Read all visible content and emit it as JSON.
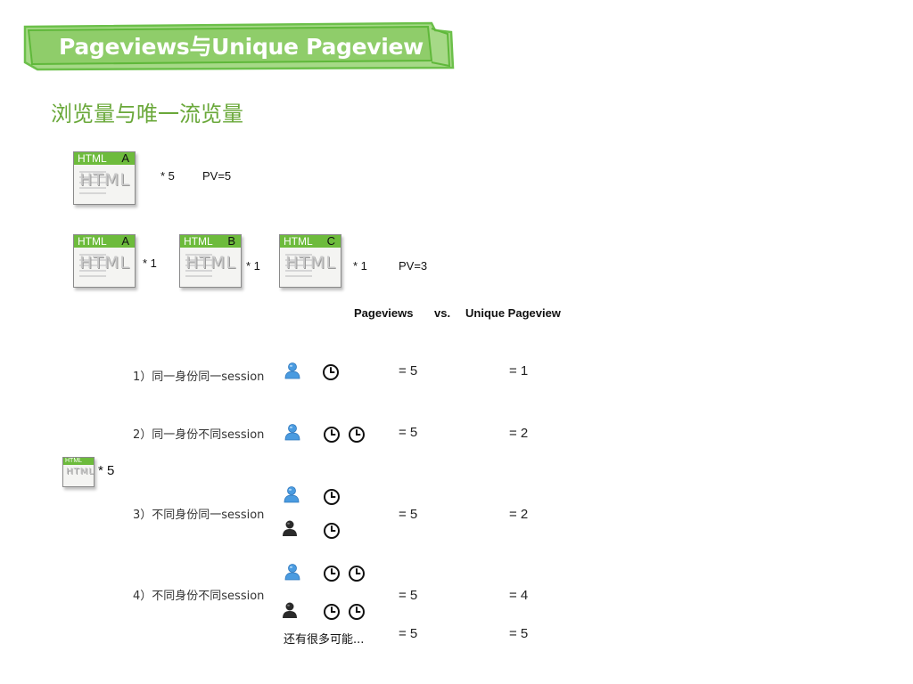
{
  "title": "Pageviews与Unique Pageview",
  "subtitle": "浏览量与唯一流览量",
  "colors": {
    "banner": "#8fcd6a",
    "banner_dark": "#5fb83a",
    "subtitle": "#6aa83a",
    "icon_bar": "#6dbb3c",
    "user_blue": "#3d8fd6",
    "user_dark": "#222222"
  },
  "icon_text": {
    "html": "HTML",
    "big": "HTML"
  },
  "example1": {
    "page_letter": "A",
    "multiplier": "* 5",
    "result": "PV=5"
  },
  "example2": {
    "pages": [
      {
        "letter": "A",
        "multiplier": "* 1"
      },
      {
        "letter": "B",
        "multiplier": "* 1"
      },
      {
        "letter": "C",
        "multiplier": "* 1"
      }
    ],
    "result": "PV=3"
  },
  "compare": {
    "left": "Pageviews",
    "vs": "vs.",
    "right": "Unique Pageview"
  },
  "page_count": "* 5",
  "scenarios": [
    {
      "label": "1）同一身份同一session",
      "pv": "= 5",
      "upv": "= 1",
      "icons": [
        "user-blue",
        "clock"
      ]
    },
    {
      "label": "2）同一身份不同session",
      "pv": "= 5",
      "upv": "= 2",
      "icons": [
        "user-blue",
        "clock",
        "clock"
      ]
    },
    {
      "label": "3）不同身份同一session",
      "pv": "= 5",
      "upv": "= 2",
      "icons": [
        "user-blue",
        "clock",
        "user-dark",
        "clock"
      ]
    },
    {
      "label": "4）不同身份不同session",
      "pv": "= 5",
      "upv": "= 4",
      "icons": [
        "user-blue",
        "clock",
        "clock",
        "user-dark",
        "clock",
        "clock"
      ]
    }
  ],
  "more": {
    "label": "还有很多可能...",
    "pv": "= 5",
    "upv": "= 5"
  }
}
